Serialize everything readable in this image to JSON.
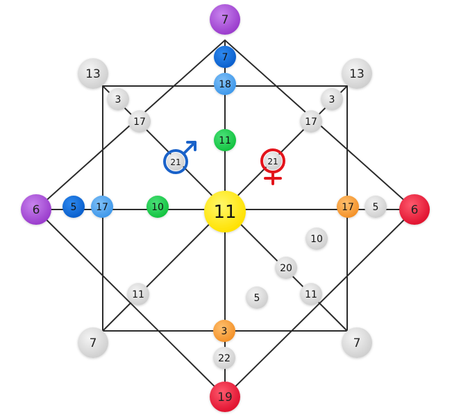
{
  "colors": {
    "purple": "#a64bd6",
    "red": "#e8193a",
    "yellow": "#ffe600",
    "gray": "#dcdcdc",
    "dark_blue": "#0a6ad8",
    "light_blue": "#4aa3ef",
    "green": "#1ccf4d",
    "orange": "#f7a23c",
    "male_symbol": "#1a62c9",
    "female_symbol": "#e3141b",
    "line": "#2b2b2b"
  },
  "nodes": {
    "center": "11",
    "top_outer": "7",
    "left_outer": "6",
    "right_outer": "6",
    "bottom_outer": "19",
    "top_left_corner": "13",
    "top_right_corner": "13",
    "bottom_left_corner": "7",
    "bottom_right_corner": "7",
    "top_inner": "7",
    "top_mid": "18",
    "top_center": "11",
    "left_inner": "5",
    "left_mid": "17",
    "left_center": "10",
    "right_mid": "17",
    "right_inner": "5",
    "bottom_mid": "3",
    "bottom_inner": "22",
    "tl_small": "3",
    "tl_diag": "17",
    "tr_small": "3",
    "tr_diag": "17",
    "bl_diag": "11",
    "br_diag": "11",
    "male": "21",
    "female": "21",
    "money_1": "10",
    "money_2": "20",
    "money_3": "5"
  },
  "symbols": {
    "male": "male-symbol-icon",
    "female": "female-symbol-icon"
  }
}
